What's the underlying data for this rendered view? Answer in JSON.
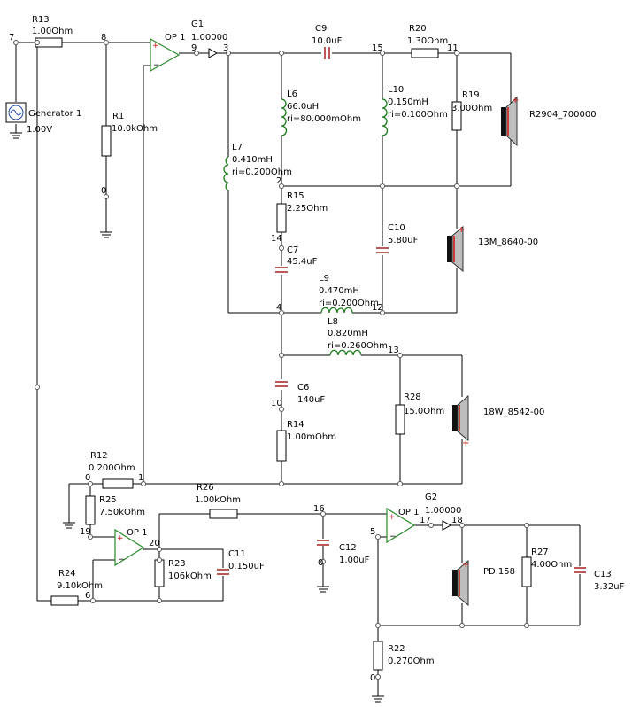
{
  "components": {
    "generator": {
      "name": "Generator 1",
      "value": "1.00V"
    },
    "r13": {
      "name": "R13",
      "value": "1.00Ohm"
    },
    "r1": {
      "name": "R1",
      "value": "10.0kOhm"
    },
    "op1_top": {
      "name": "OP 1"
    },
    "g1": {
      "name": "G1",
      "value": "1.00000"
    },
    "c9": {
      "name": "C9",
      "value": "10.0uF"
    },
    "r20": {
      "name": "R20",
      "value": "1.30Ohm"
    },
    "l6": {
      "name": "L6",
      "value": "66.0uH",
      "ri": "ri=80.000mOhm"
    },
    "l10": {
      "name": "L10",
      "value": "0.150mH",
      "ri": "ri=0.100Ohm"
    },
    "r19": {
      "name": "R19",
      "value": "3.00Ohm"
    },
    "spk1": {
      "name": "R2904_700000"
    },
    "l7": {
      "name": "L7",
      "value": "0.410mH",
      "ri": "ri=0.200Ohm"
    },
    "r15": {
      "name": "R15",
      "value": "2.25Ohm"
    },
    "c10": {
      "name": "C10",
      "value": "5.80uF"
    },
    "spk2": {
      "name": "13M_8640-00"
    },
    "c7": {
      "name": "C7",
      "value": "45.4uF"
    },
    "l9": {
      "name": "L9",
      "value": "0.470mH",
      "ri": "ri=0.200Ohm"
    },
    "l8": {
      "name": "L8",
      "value": "0.820mH",
      "ri": "ri=0.260Ohm"
    },
    "c6": {
      "name": "C6",
      "value": "140uF"
    },
    "r28": {
      "name": "R28",
      "value": "15.0Ohm"
    },
    "spk3": {
      "name": "18W_8542-00"
    },
    "r14": {
      "name": "R14",
      "value": "1.00mOhm"
    },
    "r12": {
      "name": "R12",
      "value": "0.200Ohm"
    },
    "r26": {
      "name": "R26",
      "value": "1.00kOhm"
    },
    "g2": {
      "name": "G2",
      "value": "1.00000"
    },
    "r25": {
      "name": "R25",
      "value": "7.50kOhm"
    },
    "op1_mid": {
      "name": "OP 1"
    },
    "op1_right": {
      "name": "OP 1"
    },
    "c11": {
      "name": "C11",
      "value": "0.150uF"
    },
    "r23": {
      "name": "R23",
      "value": "106kOhm"
    },
    "c12": {
      "name": "C12",
      "value": "1.00uF"
    },
    "r24": {
      "name": "R24",
      "value": "9.10kOhm"
    },
    "spk4": {
      "name": "PD.158"
    },
    "r27": {
      "name": "R27",
      "value": "4.00Ohm"
    },
    "c13": {
      "name": "C13",
      "value": "3.32uF"
    },
    "r22": {
      "name": "R22",
      "value": "0.270Ohm"
    }
  },
  "nodes": {
    "n7": "7",
    "n8": "8",
    "n9": "9",
    "n3": "3",
    "n15": "15",
    "n11": "11",
    "n0a": "0",
    "n2": "2",
    "n14": "14",
    "n4": "4",
    "n12": "12",
    "n13": "13",
    "n10": "10",
    "n0b": "0",
    "n1": "1",
    "n16": "16",
    "n17": "17",
    "n18": "18",
    "n19": "19",
    "n20": "20",
    "n0c": "0",
    "n5": "5",
    "n6": "6",
    "n0d": "0"
  },
  "colors": {
    "wire": "#000000",
    "inductor": "#1a7a1a",
    "capacitor": "#a01010",
    "opamp": "#2a8a2a",
    "plus_sign": "#d01010"
  }
}
